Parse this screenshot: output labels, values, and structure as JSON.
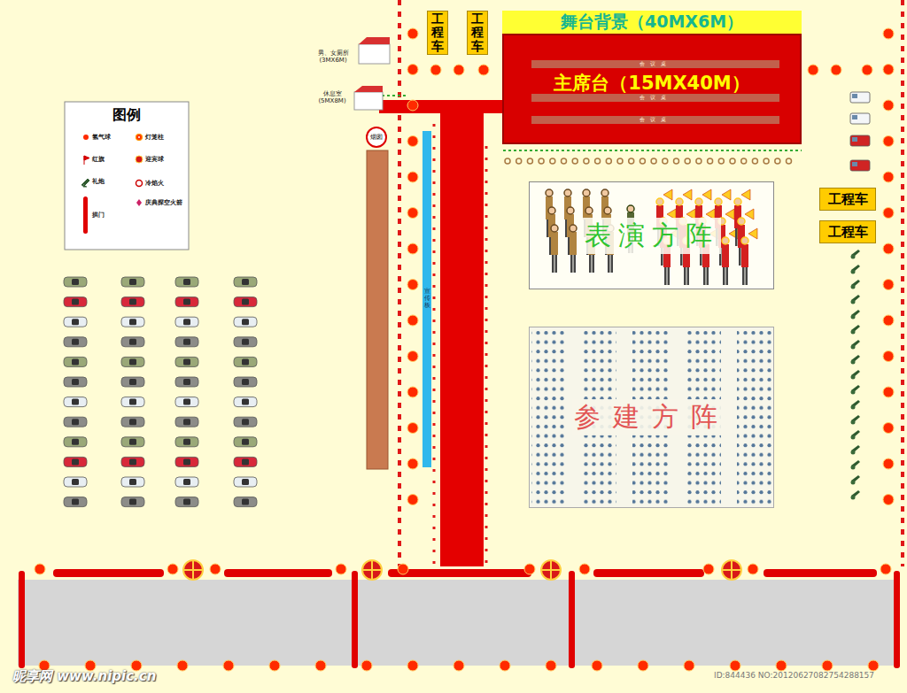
{
  "diagram": {
    "nodes": [
      {
        "text": [
          "舞台背景（40MX6M）"
        ]
      },
      {
        "text": [
          "主席台（15MX40M）"
        ]
      },
      {
        "text": [
          "会议桌"
        ],
        "in": 1
      },
      {
        "text": [
          "会议桌"
        ],
        "in": 1
      },
      {
        "text": [
          "会议桌"
        ],
        "in": 1
      },
      {
        "text": [
          "工程车"
        ]
      },
      {
        "text": [
          "工程车"
        ]
      },
      {
        "text": [
          "工程车"
        ]
      },
      {
        "text": [
          "工程车"
        ]
      },
      {
        "text": [
          "表演方阵"
        ]
      },
      {
        "text": [
          "参建方阵"
        ]
      },
      {
        "text": [
          "烟囱"
        ]
      },
      {
        "text": [
          "宣传板"
        ]
      }
    ],
    "labels": [
      "男、女厕所 (3MX6M)",
      "休息室 (5MX8M)",
      "图例",
      "昵享网 www.nipic.cn",
      "ID:844436 NO:20120627082754288157"
    ],
    "legend": [
      {
        "text": "氢气球"
      },
      {
        "text": "灯笼柱"
      },
      {
        "text": "红旗"
      },
      {
        "text": "迎宾球"
      },
      {
        "text": "礼炮"
      },
      {
        "text": "冷焰火"
      },
      {
        "text": "庆典探空火箭"
      },
      {
        "text": "拱门"
      }
    ]
  }
}
